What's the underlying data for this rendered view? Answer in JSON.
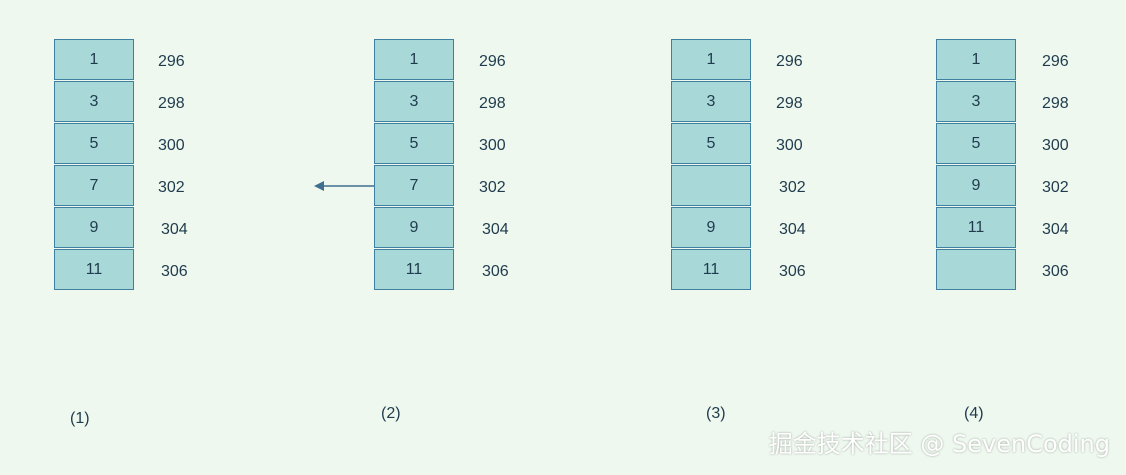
{
  "panels": [
    {
      "caption": "(1)",
      "cells": [
        "1",
        "3",
        "5",
        "7",
        "9",
        "11"
      ],
      "addresses": [
        "296",
        "298",
        "300",
        "302",
        "304",
        "306"
      ]
    },
    {
      "caption": "(2)",
      "cells": [
        "1",
        "3",
        "5",
        "7",
        "9",
        "11"
      ],
      "addresses": [
        "296",
        "298",
        "300",
        "302",
        "304",
        "306"
      ]
    },
    {
      "caption": "(3)",
      "cells": [
        "1",
        "3",
        "5",
        "",
        "9",
        "11"
      ],
      "addresses": [
        "296",
        "298",
        "300",
        "302",
        "304",
        "306"
      ]
    },
    {
      "caption": "(4)",
      "cells": [
        "1",
        "3",
        "5",
        "9",
        "11",
        ""
      ],
      "addresses": [
        "296",
        "298",
        "300",
        "302",
        "304",
        "306"
      ]
    }
  ],
  "watermark": "掘金技术社区 @ SevenCoding",
  "colors": {
    "cell_fill": "#a8d8d8",
    "cell_border": "#3f7fa0",
    "arrow": "#3f6f8f",
    "background": "#eef8ee"
  }
}
